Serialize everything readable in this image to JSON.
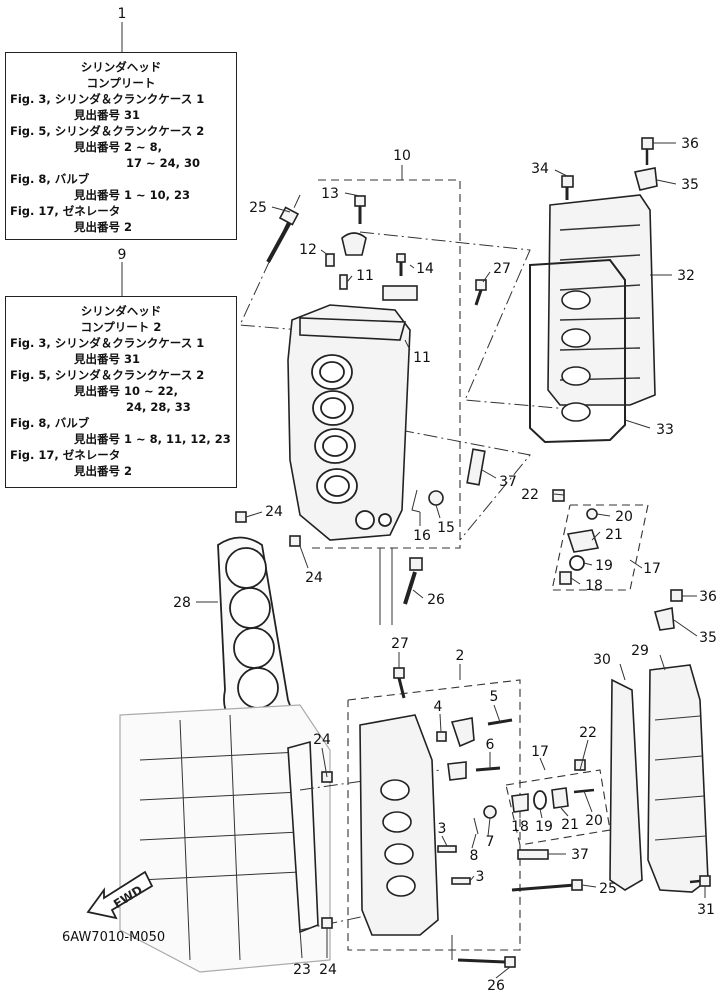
{
  "diagram_code": "6AW7010-M050",
  "fwd_label": "FWD",
  "note_boxes": [
    {
      "callout": "1",
      "title_lines": [
        "シリンダヘッド",
        "コンプリート"
      ],
      "refs": [
        {
          "fig": "Fig. 3,",
          "name": "シリンダ＆クランクケース 1",
          "lines": [
            "見出番号 31"
          ]
        },
        {
          "fig": "Fig. 5,",
          "name": "シリンダ＆クランクケース 2",
          "lines": [
            "見出番号 2 ~ 8,",
            "17 ~ 24, 30"
          ]
        },
        {
          "fig": "Fig. 8,",
          "name": "バルブ",
          "lines": [
            "見出番号 1 ~ 10, 23"
          ]
        },
        {
          "fig": "Fig. 17,",
          "name": "ゼネレータ",
          "lines": [
            "見出番号 2"
          ]
        }
      ]
    },
    {
      "callout": "9",
      "title_lines": [
        "シリンダヘッド",
        "コンプリート 2"
      ],
      "refs": [
        {
          "fig": "Fig. 3,",
          "name": "シリンダ＆クランクケース 1",
          "lines": [
            "見出番号 31"
          ]
        },
        {
          "fig": "Fig. 5,",
          "name": "シリンダ＆クランクケース 2",
          "lines": [
            "見出番号 10 ~ 22,",
            "24, 28, 33"
          ]
        },
        {
          "fig": "Fig. 8,",
          "name": "バルブ",
          "lines": [
            "見出番号 1 ~ 8, 11, 12, 23"
          ]
        },
        {
          "fig": "Fig. 17,",
          "name": "ゼネレータ",
          "lines": [
            "見出番号 2"
          ]
        }
      ]
    }
  ],
  "callouts": {
    "c10": "10",
    "c13": "13",
    "c25a": "25",
    "c12": "12",
    "c11a": "11",
    "c11b": "11",
    "c14": "14",
    "c27a": "27",
    "c34": "34",
    "c36a": "36",
    "c35a": "35",
    "c32": "32",
    "c33": "33",
    "c37a": "37",
    "c22a": "22",
    "c20a": "20",
    "c21a": "21",
    "c19a": "19",
    "c18a": "18",
    "c17a": "17",
    "c16": "16",
    "c15": "15",
    "c24a": "24",
    "c24b": "24",
    "c28": "28",
    "c26a": "26",
    "c36b": "36",
    "c35b": "35",
    "c27b": "27",
    "c2": "2",
    "c30": "30",
    "c29": "29",
    "c4": "4",
    "c5": "5",
    "c6": "6",
    "c24c": "24",
    "c17b": "17",
    "c22b": "22",
    "c18b": "18",
    "c19b": "19",
    "c21b": "21",
    "c20b": "20",
    "c3a": "3",
    "c7": "7",
    "c8": "8",
    "c37b": "37",
    "c3b": "3",
    "c25b": "25",
    "c31": "31",
    "c23": "23",
    "c24d": "24",
    "c26b": "26"
  }
}
